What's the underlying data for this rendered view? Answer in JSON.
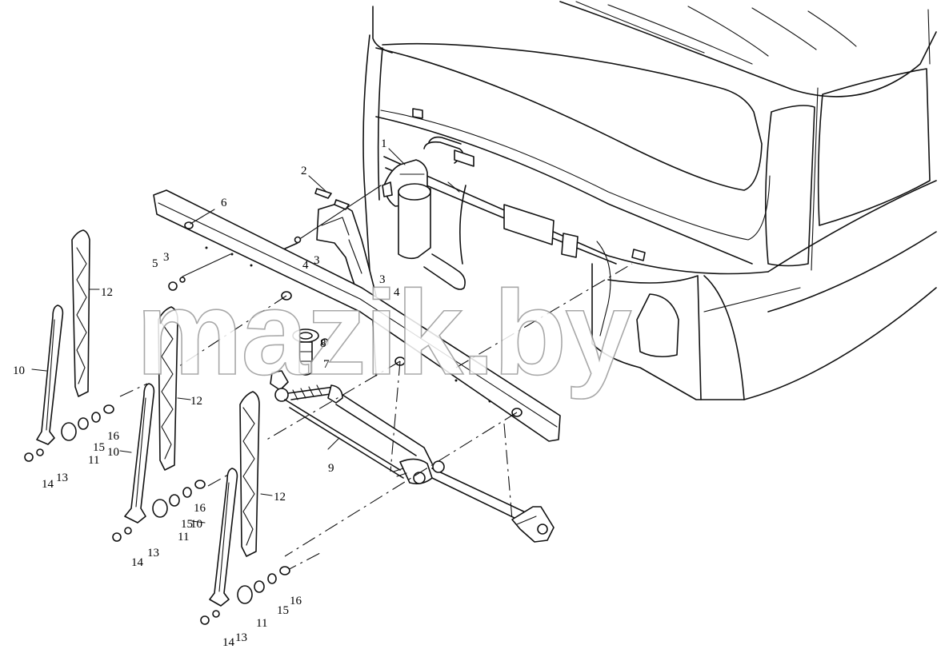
{
  "watermark": "mazik.by",
  "callouts": [
    {
      "id": "c1",
      "text": "1"
    },
    {
      "id": "c2",
      "text": "2"
    },
    {
      "id": "c3a",
      "text": "3"
    },
    {
      "id": "c3b",
      "text": "3"
    },
    {
      "id": "c3c",
      "text": "3"
    },
    {
      "id": "c4a",
      "text": "4"
    },
    {
      "id": "c4b",
      "text": "4"
    },
    {
      "id": "c5",
      "text": "5"
    },
    {
      "id": "c6",
      "text": "6"
    },
    {
      "id": "c7",
      "text": "7"
    },
    {
      "id": "c8",
      "text": "8"
    },
    {
      "id": "c9",
      "text": "9"
    },
    {
      "id": "c10a",
      "text": "10"
    },
    {
      "id": "c10b",
      "text": "10"
    },
    {
      "id": "c10c",
      "text": "10"
    },
    {
      "id": "c11a",
      "text": "11"
    },
    {
      "id": "c11b",
      "text": "11"
    },
    {
      "id": "c11c",
      "text": "11"
    },
    {
      "id": "c12a",
      "text": "12"
    },
    {
      "id": "c12b",
      "text": "12"
    },
    {
      "id": "c12c",
      "text": "12"
    },
    {
      "id": "c13a",
      "text": "13"
    },
    {
      "id": "c13b",
      "text": "13"
    },
    {
      "id": "c13c",
      "text": "13"
    },
    {
      "id": "c14a",
      "text": "14"
    },
    {
      "id": "c14b",
      "text": "14"
    },
    {
      "id": "c14c",
      "text": "14"
    },
    {
      "id": "c15a",
      "text": "15"
    },
    {
      "id": "c15b",
      "text": "15"
    },
    {
      "id": "c15c",
      "text": "15"
    },
    {
      "id": "c16a",
      "text": "16"
    },
    {
      "id": "c16b",
      "text": "16"
    },
    {
      "id": "c16c",
      "text": "16"
    }
  ]
}
